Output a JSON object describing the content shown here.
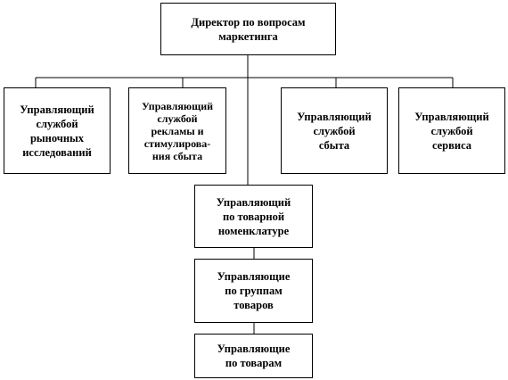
{
  "diagram": {
    "director": "Директор по вопросам\nмаркетинга",
    "managers": [
      "Управляющий\nслужбой\nрыночных\nисследований",
      "Управляющий\nслужбой\nрекламы и\nстимулирова-\nния сбыта",
      "Управляющий\nслужбой\nсбыта",
      "Управляющий\nслужбой\nсервиса"
    ],
    "chain": [
      "Управляющий\nпо товарной\nноменклатуре",
      "Управляющие\nпо группам\nтоваров",
      "Управляющие\nпо товарам"
    ]
  }
}
